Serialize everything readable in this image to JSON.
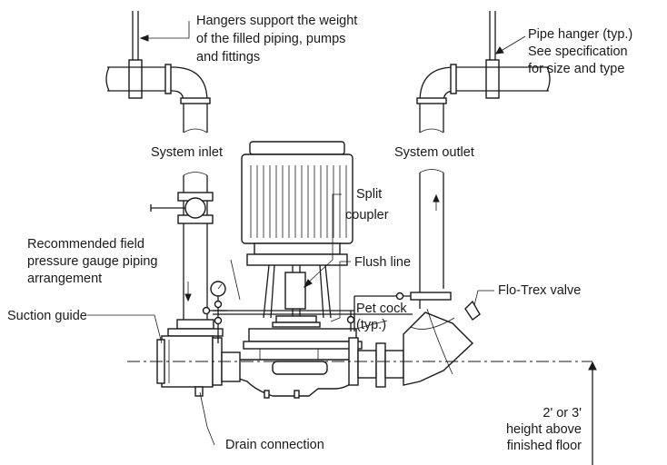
{
  "labels": {
    "hangers_note_line1": "Hangers support the weight",
    "hangers_note_line2": "of the filled piping, pumps",
    "hangers_note_line3": "and fittings",
    "pipe_hanger_line1": "Pipe hanger (typ.)",
    "pipe_hanger_line2": "See specification",
    "pipe_hanger_line3": "for size and type",
    "system_inlet": "System inlet",
    "system_outlet": "System outlet",
    "split_coupler_line1": "Split",
    "split_coupler_line2": "coupler",
    "gauge_line1": "Recommended field",
    "gauge_line2": "pressure gauge piping",
    "gauge_line3": "arrangement",
    "flush_line": "Flush line",
    "flo_trex_valve": "Flo-Trex valve",
    "pet_cock_line1": "Pet cock",
    "pet_cock_line2": "(typ.)",
    "suction_guide": "Suction guide",
    "drain_connection": "Drain connection",
    "height_line1": "2' or 3'",
    "height_line2": "height above",
    "height_line3": "finished floor"
  },
  "colors": {
    "ink": "#1a1a1a",
    "background": "#ffffff"
  }
}
